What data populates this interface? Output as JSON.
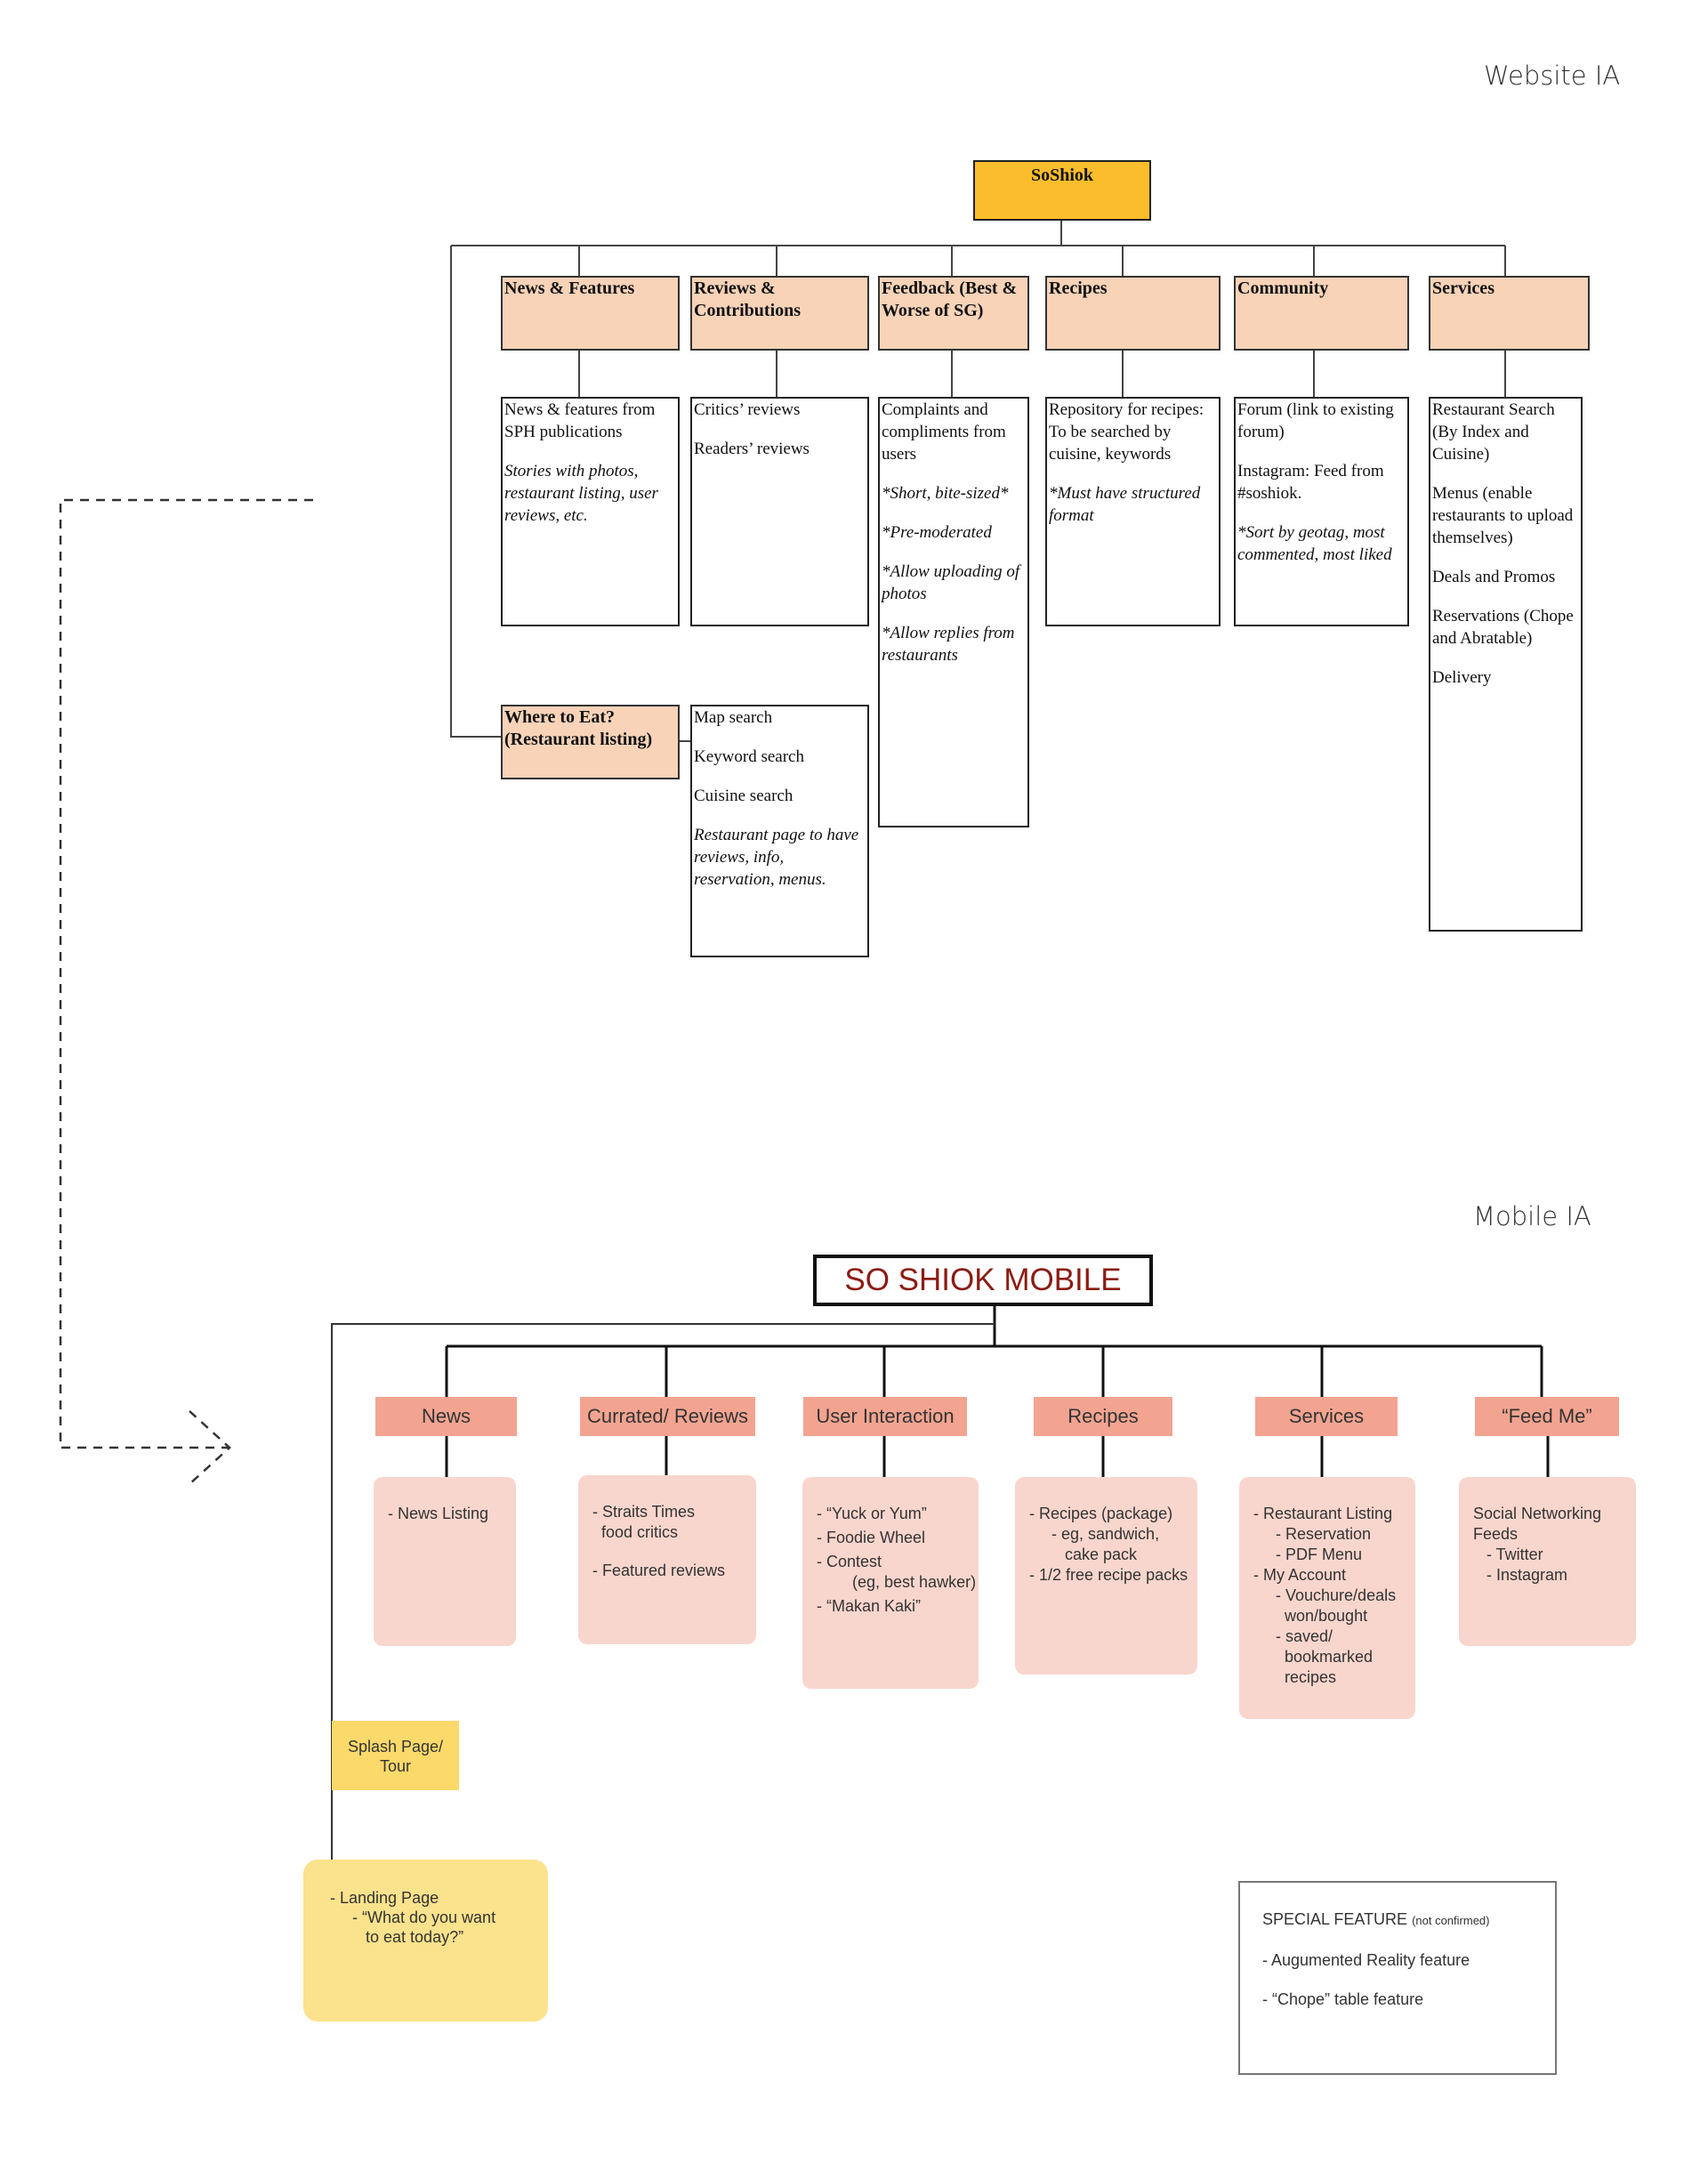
{
  "website_ia": {
    "label": "Website IA",
    "root": "SoShiok",
    "categories": [
      {
        "title": "News & Features",
        "details": [
          {
            "text": "News & features from SPH publications",
            "italic": false
          },
          {
            "text": "Stories with photos, restaurant listing, user reviews, etc.",
            "italic": true
          }
        ]
      },
      {
        "title": "Reviews & Contributions",
        "details": [
          {
            "text": "Critics’ reviews",
            "italic": false
          },
          {
            "text": "Readers’ reviews",
            "italic": false
          }
        ]
      },
      {
        "title": "Feedback (Best & Worse of SG)",
        "details": [
          {
            "text": "Complaints and compliments from users",
            "italic": false
          },
          {
            "text": "*Short, bite-sized*",
            "italic": true
          },
          {
            "text": "*Pre-moderated",
            "italic": true
          },
          {
            "text": "*Allow uploading of photos",
            "italic": true
          },
          {
            "text": "*Allow replies from restaurants",
            "italic": true
          }
        ]
      },
      {
        "title": "Recipes",
        "details": [
          {
            "text": "Repository for recipes: To be searched by cuisine, keywords",
            "italic": false
          },
          {
            "text": "*Must have structured format",
            "italic": true
          }
        ]
      },
      {
        "title": "Community",
        "details": [
          {
            "text": "Forum (link to existing forum)",
            "italic": false
          },
          {
            "text": "Instagram: Feed from #soshiok.",
            "italic": false
          },
          {
            "text": "*Sort by geotag, most commented, most liked",
            "italic": true
          }
        ]
      },
      {
        "title": "Services",
        "details": [
          {
            "text": "Restaurant Search (By Index and Cuisine)",
            "italic": false
          },
          {
            "text": "Menus (enable restaurants to upload themselves)",
            "italic": false
          },
          {
            "text": "Deals and Promos",
            "italic": false
          },
          {
            "text": "Reservations (Chope and Abratable)",
            "italic": false
          },
          {
            "text": "Delivery",
            "italic": false
          }
        ]
      }
    ],
    "where_to_eat": {
      "title": "Where to Eat? (Restaurant listing)",
      "details": [
        {
          "text": "Map search",
          "italic": false
        },
        {
          "text": "Keyword search",
          "italic": false
        },
        {
          "text": "Cuisine search",
          "italic": false
        },
        {
          "text": "Restaurant page to have reviews, info, reservation, menus.",
          "italic": true
        }
      ]
    }
  },
  "mobile_ia": {
    "label": "Mobile IA",
    "root": "SO SHIOK MOBILE",
    "categories": [
      {
        "title": "News",
        "details": [
          "- News Listing"
        ]
      },
      {
        "title": "Currated/ Reviews",
        "details": [
          "- Straits Times\n  food critics",
          "- Featured reviews"
        ]
      },
      {
        "title": "User Interaction",
        "details": [
          "- “Yuck or Yum”",
          "- Foodie Wheel",
          "- Contest\n        (eg, best hawker)",
          "- “Makan Kaki”"
        ]
      },
      {
        "title": "Recipes",
        "details": [
          "- Recipes (package)\n     - eg, sandwich,\n        cake pack\n- 1/2 free recipe packs"
        ]
      },
      {
        "title": "Services",
        "details": [
          "- Restaurant Listing\n     - Reservation\n     - PDF Menu\n- My Account\n     - Vouchure/deals\n       won/bought\n     - saved/\n       bookmarked\n       recipes"
        ]
      },
      {
        "title": "“Feed Me”",
        "details": [
          "Social Networking\nFeeds\n   - Twitter\n   - Instagram"
        ]
      }
    ],
    "splash": "Splash Page/\nTour",
    "landing": "- Landing Page\n     - “What do you want\n        to eat today?”",
    "special_feature": {
      "title": "SPECIAL FEATURE",
      "note": "(not confirmed)",
      "items": [
        "- Augumented Reality feature",
        "- “Chope” table feature"
      ]
    }
  }
}
